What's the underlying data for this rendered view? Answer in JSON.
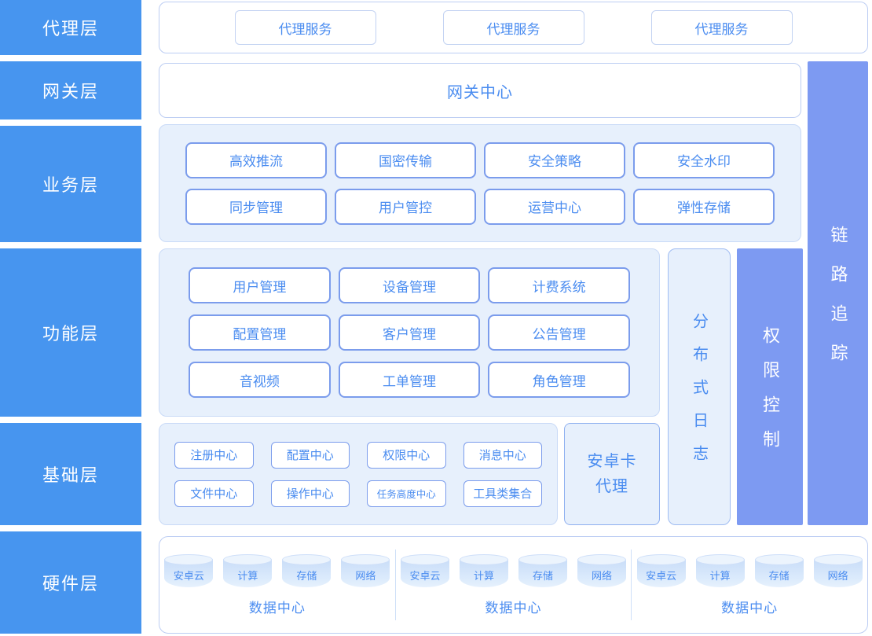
{
  "layers": [
    {
      "label": "代理层"
    },
    {
      "label": "网关层"
    },
    {
      "label": "业务层"
    },
    {
      "label": "功能层"
    },
    {
      "label": "基础层"
    },
    {
      "label": "硬件层"
    }
  ],
  "proxy": {
    "boxes": [
      "代理服务",
      "代理服务",
      "代理服务"
    ]
  },
  "gateway": {
    "label": "网关中心"
  },
  "business": {
    "boxes": [
      "高效推流",
      "国密传输",
      "安全策略",
      "安全水印",
      "同步管理",
      "用户管控",
      "运营中心",
      "弹性存储"
    ]
  },
  "function": {
    "boxes": [
      "用户管理",
      "设备管理",
      "计费系统",
      "配置管理",
      "客户管理",
      "公告管理",
      "音视频",
      "工单管理",
      "角色管理"
    ]
  },
  "base": {
    "boxes": [
      "注册中心",
      "配置中心",
      "权限中心",
      "消息中心",
      "文件中心",
      "操作中心",
      "任务高度中心",
      "工具类集合"
    ]
  },
  "android_agent": {
    "line1": "安卓卡",
    "line2": "代理"
  },
  "bars": {
    "distributed_log": "分布式日志",
    "permission_control": "权限控制",
    "link_trace": "链路追踪"
  },
  "hardware": {
    "groups": [
      {
        "cylinders": [
          "安卓云",
          "计算",
          "存储",
          "网络"
        ],
        "label": "数据中心"
      },
      {
        "cylinders": [
          "安卓云",
          "计算",
          "存储",
          "网络"
        ],
        "label": "数据中心"
      },
      {
        "cylinders": [
          "安卓云",
          "计算",
          "存储",
          "网络"
        ],
        "label": "数据中心"
      }
    ]
  },
  "colors": {
    "sidebar_blue": "#4795ef",
    "bar_purple": "#7d9af2",
    "panel_light_bg": "#e7f0fc",
    "node_border": "#7b9cec",
    "text_blue": "#4a8cf0",
    "light_border": "#bccdf3"
  }
}
